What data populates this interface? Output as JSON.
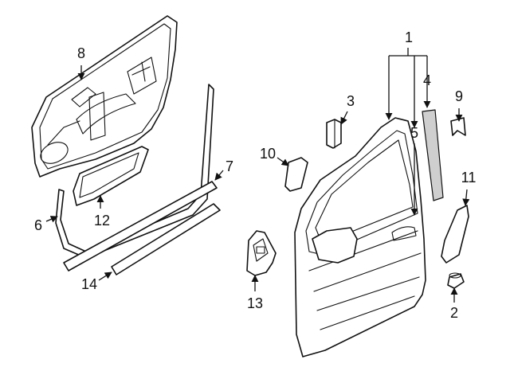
{
  "callouts": [
    {
      "id": "1",
      "text": "1"
    },
    {
      "id": "2",
      "text": "2"
    },
    {
      "id": "3",
      "text": "3"
    },
    {
      "id": "4",
      "text": "4"
    },
    {
      "id": "5",
      "text": "5"
    },
    {
      "id": "6",
      "text": "6"
    },
    {
      "id": "7",
      "text": "7"
    },
    {
      "id": "8",
      "text": "8"
    },
    {
      "id": "9",
      "text": "9"
    },
    {
      "id": "10",
      "text": "10"
    },
    {
      "id": "11",
      "text": "11"
    },
    {
      "id": "12",
      "text": "12"
    },
    {
      "id": "13",
      "text": "13"
    },
    {
      "id": "14",
      "text": "14"
    }
  ],
  "colors": {
    "line": "#111111",
    "fill": "#ffffff",
    "shade": "#cfcfcf"
  }
}
